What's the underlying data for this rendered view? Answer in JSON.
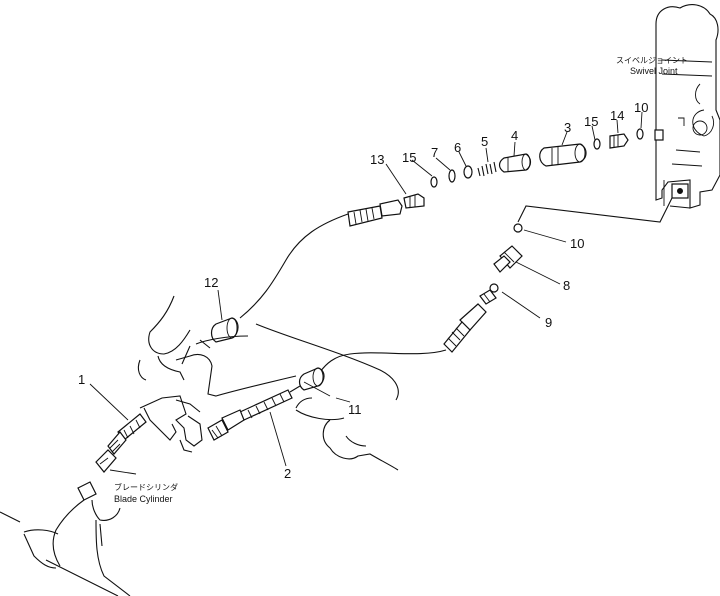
{
  "labels": {
    "swivel_joint_jp": "スイベルジョイント",
    "swivel_joint_en": "Swivel Joint",
    "blade_cylinder_jp": "ブレードシリンダ",
    "blade_cylinder_en": "Blade Cylinder"
  },
  "callouts": {
    "p1": "1",
    "p2": "2",
    "p3": "3",
    "p4": "4",
    "p5": "5",
    "p6": "6",
    "p7": "7",
    "p8": "8",
    "p9": "9",
    "p10a": "10",
    "p10b": "10",
    "p11": "11",
    "p12": "12",
    "p13": "13",
    "p14": "14",
    "p15a": "15",
    "p15b": "15"
  }
}
